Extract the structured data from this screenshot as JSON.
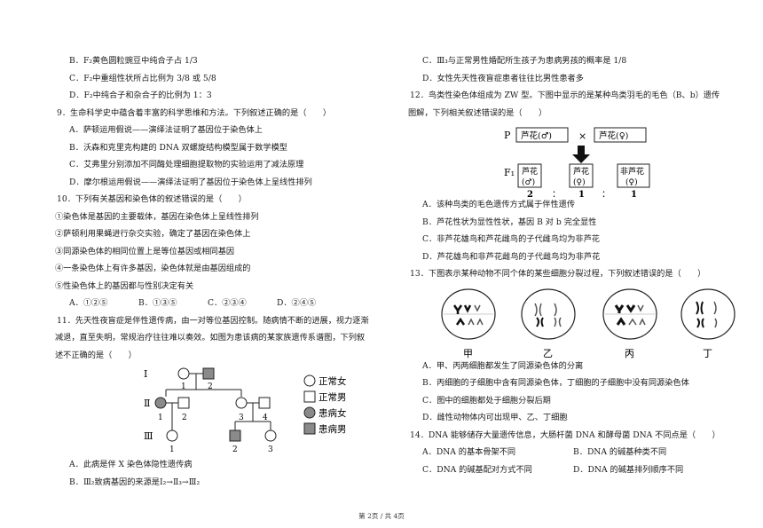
{
  "left": {
    "lines_top": [
      "B．F₂黄色圆粒豌豆中纯合子占 1/3",
      "C．F₂中重组性状所占比例为 3/8 或 5/8",
      "D．F₂中纯合子和杂合子的比例为 1：3",
      "9．生命科学史中蕴含着丰富的科学思维和方法。下列叙述正确的是（　　）",
      "A．萨顿运用假说——演绎法证明了基因位于染色体上",
      "B．沃森和克里克构建的 DNA 双螺旋结构模型属于数学模型",
      "C．艾弗里分别添加不同酶处理细胞提取物的实验运用了减法原理",
      "D．摩尔根运用假说——演绎法证明了基因位于染色体上呈线性排列",
      "10．下列有关基因和染色体的叙述错误的是（　　）",
      "①染色体是基因的主要载体，基因在染色体上呈线性排列",
      "②萨顿利用果蝇进行杂交实验，确定了基因在染色体上",
      "③同源染色体的相同位置上是等位基因或相同基因",
      "④一条染色体上有许多基因，染色体就是由基因组成的",
      "⑤性染色体上的基因都与性别决定有关"
    ],
    "q10_opts": [
      "A．①②⑤",
      "B．①③⑤",
      "C．②③④",
      "D．②④⑤"
    ],
    "q11_lines": [
      "11．先天性夜盲症是伴性遗传病，由一对等位基因控制。随病情不断的进展，视力逐渐",
      "减退，直至失明，常规治疗往往难以奏效。如图为患该病的某家族遗传系谱图，下列叙",
      "述不正确的是（　　）"
    ],
    "pedigree": {
      "gen_I": "Ⅰ",
      "gen_II": "Ⅱ",
      "gen_III": "Ⅲ",
      "nums": [
        "1",
        "2",
        "1",
        "2",
        "3",
        "4",
        "1",
        "2",
        "3"
      ],
      "legend": [
        "正常女",
        "正常男",
        "患病女",
        "患病男"
      ]
    },
    "q11_opts": [
      "A．此病是伴 X 染色体隐性遗传病",
      "B．Ⅲ₂致病基因的来源是Ⅰ₂→Ⅱ₃→Ⅲ₂"
    ]
  },
  "right": {
    "lines_top": [
      "C．Ⅲ₃与正常男性婚配所生孩子为患病男孩的概率是 1/8",
      "D．女性先天性夜盲症患者往往比男性患者多",
      "12．鸟类性染色体组成为 ZW 型。下图中显示的是某种鸟类羽毛的毛色（B、b）遗传",
      "图解，下列相关叙述错误的是（　　）"
    ],
    "bird": {
      "p_label": "P",
      "p_male": "芦花(♂)",
      "cross": "×",
      "p_female": "芦花(♀)",
      "f1_label": "F₁",
      "f1": [
        {
          "l1": "芦花",
          "l2": "(♂)"
        },
        {
          "l1": "芦花",
          "l2": "(♀)"
        },
        {
          "l1": "非芦花",
          "l2": "(♀)"
        }
      ],
      "ratio": [
        "2",
        "：",
        "1",
        "：",
        "1"
      ]
    },
    "q12_opts": [
      "A．该种鸟类的毛色遗传方式属于伴性遗传",
      "B．芦花性状为显性性状，基因 B 对 b 完全显性",
      "C．非芦花雄鸟和芦花雌鸟的子代雌鸟均为非芦花",
      "D．芦花雄鸟和非芦花雌鸟的子代雌鸟均为非芦花"
    ],
    "q13_title": "13．下图表示某种动物不同个体的某些细胞分裂过程，下列叙述错误的是（　　）",
    "cell_labels": [
      "甲",
      "乙",
      "丙",
      "丁"
    ],
    "q13_opts": [
      "A．甲、丙两细胞都发生了同源染色体的分离",
      "B．丙细胞的子细胞中含有同源染色体，丁细胞的子细胞中没有同源染色体",
      "C．图中的细胞都处于细胞分裂后期",
      "D．雌性动物体内可出现甲、乙、丁细胞"
    ],
    "q14_title": "14．DNA 能够储存大量遗传信息，大肠杆菌 DNA 和酵母菌 DNA 不同点是（　　）",
    "q14_opts": [
      "A．DNA 的基本骨架不同",
      "B．DNA 的碱基种类不同",
      "C．DNA 的碱基配对方式不同",
      "D．DNA 的碱基排列顺序不同"
    ]
  },
  "footer": "第 2页 / 共 4页"
}
